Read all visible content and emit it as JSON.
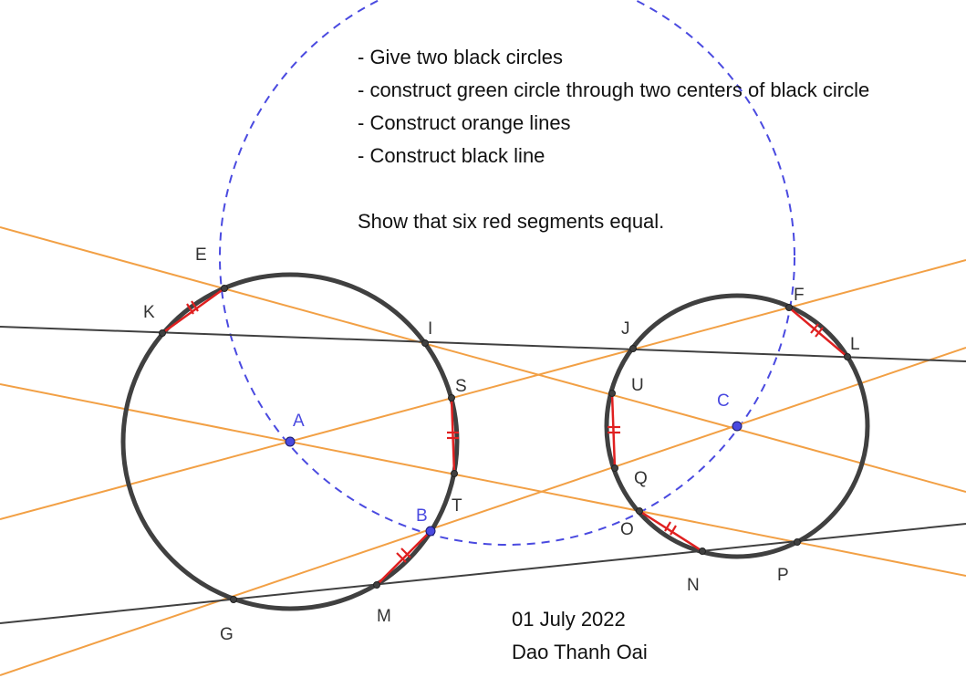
{
  "instructions": [
    "- Give two black circles",
    "- construct green circle through two centers of black circle",
    "- Construct orange lines",
    "- Construct black line"
  ],
  "task": "Show that six red segments equal.",
  "date": "01 July 2022",
  "author": "Dao Thanh Oai",
  "colors": {
    "black_circle": "#404040",
    "dashed_circle": "#4a4ae0",
    "orange_line": "#f2a045",
    "black_line": "#404040",
    "red_segment": "#e02020",
    "point_fill": "#4a4ae0"
  },
  "points": {
    "A": {
      "label": "A"
    },
    "B": {
      "label": "B"
    },
    "C": {
      "label": "C"
    },
    "E": {
      "label": "E"
    },
    "K": {
      "label": "K"
    },
    "I": {
      "label": "I"
    },
    "S": {
      "label": "S"
    },
    "T": {
      "label": "T"
    },
    "G": {
      "label": "G"
    },
    "M": {
      "label": "M"
    },
    "F": {
      "label": "F"
    },
    "L": {
      "label": "L"
    },
    "J": {
      "label": "J"
    },
    "U": {
      "label": "U"
    },
    "Q": {
      "label": "Q"
    },
    "O": {
      "label": "O"
    },
    "N": {
      "label": "N"
    },
    "P": {
      "label": "P"
    }
  }
}
